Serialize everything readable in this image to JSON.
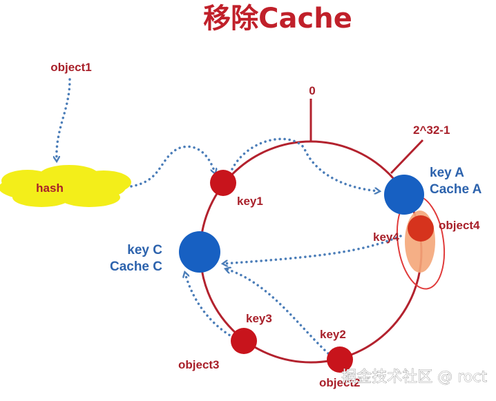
{
  "title": "移除Cache",
  "ring": {
    "zero_label": "0",
    "max_label": "2^32-1"
  },
  "hash": {
    "label": "hash"
  },
  "objects": {
    "object1": "object1",
    "object2": "object2",
    "object3": "object3",
    "object4": "object4"
  },
  "keys": {
    "key1": "key1",
    "key2": "key2",
    "key3": "key3",
    "key4": "key4"
  },
  "caches": {
    "a": {
      "key": "key A",
      "name": "Cache A"
    },
    "c": {
      "key": "key C",
      "name": "Cache C"
    }
  },
  "watermark": "掘金技术社区 @ roct",
  "colors": {
    "ring": "#b3222e",
    "node_red": "#c8141c",
    "node_blue": "#1760c2",
    "arrow": "#4b7db8",
    "hash_cloud": "#f3ee1a",
    "highlight": "#f4a679",
    "label_red": "#a8202a",
    "label_blue": "#2d63ad"
  }
}
